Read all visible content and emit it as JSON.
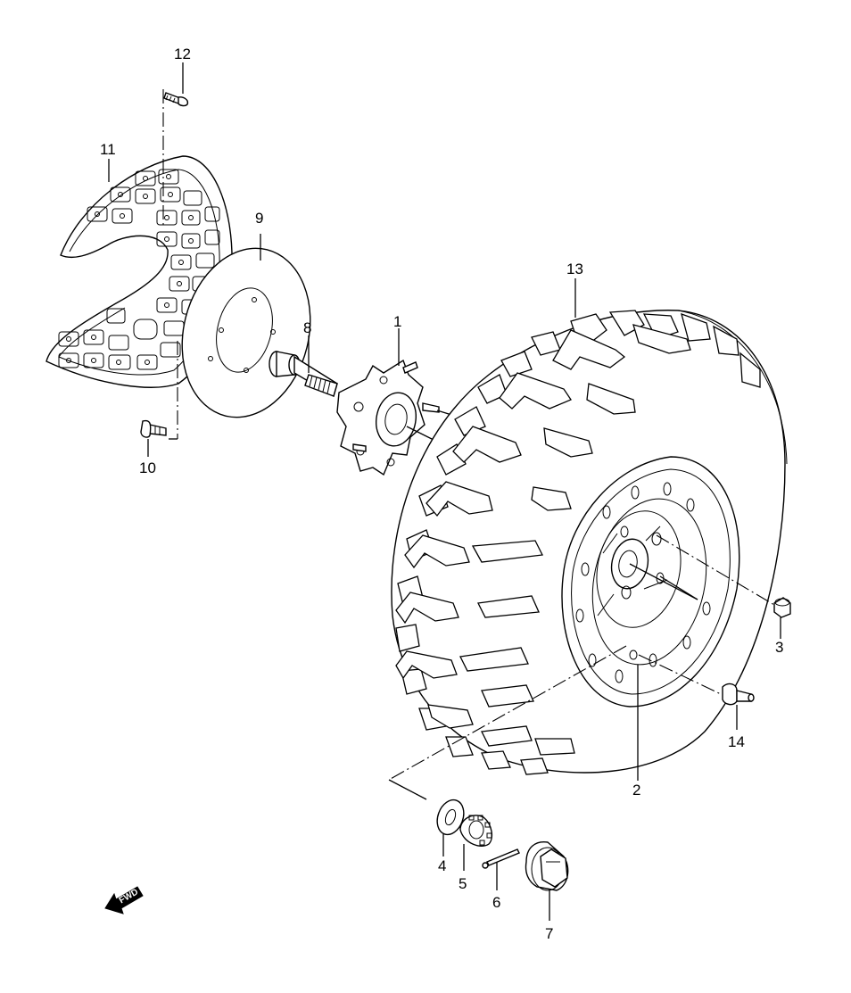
{
  "callouts": [
    {
      "id": "1",
      "text": "1"
    },
    {
      "id": "2",
      "text": "2"
    },
    {
      "id": "3",
      "text": "3"
    },
    {
      "id": "4",
      "text": "4"
    },
    {
      "id": "5",
      "text": "5"
    },
    {
      "id": "6",
      "text": "6"
    },
    {
      "id": "7",
      "text": "7"
    },
    {
      "id": "8",
      "text": "8"
    },
    {
      "id": "9",
      "text": "9"
    },
    {
      "id": "10",
      "text": "10"
    },
    {
      "id": "11",
      "text": "11"
    },
    {
      "id": "12",
      "text": "12"
    },
    {
      "id": "13",
      "text": "13"
    },
    {
      "id": "14",
      "text": "14"
    }
  ],
  "fwd_badge": "FWD"
}
